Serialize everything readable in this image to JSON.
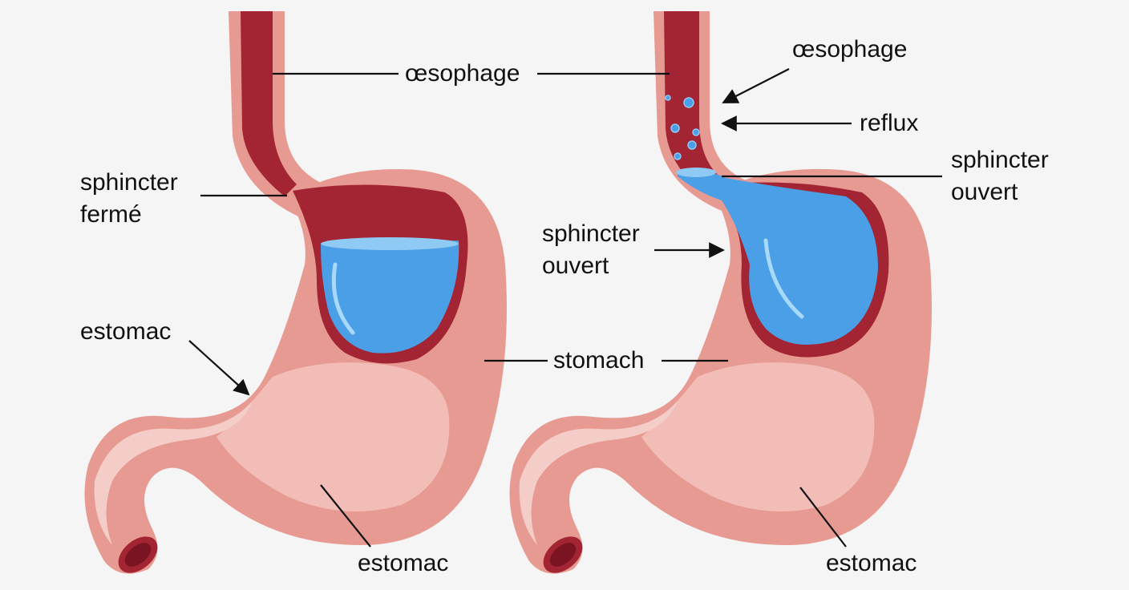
{
  "colors": {
    "background": "#f5f5f5",
    "stomach_outer": "#e79a92",
    "stomach_inner": "#f1bdb6",
    "lining": "#a32534",
    "acid": "#4a9fe6",
    "acid_light": "#8fcaf5"
  },
  "labels": {
    "left_esophagus": "œsophage",
    "left_sphincter_line1": "sphincter",
    "left_sphincter_line2": "fermé",
    "left_stomach_upper": "estomac",
    "center_stomach": "stomach",
    "left_stomach_lower": "estomac",
    "right_esophagus": "œsophage",
    "right_reflux": "reflux",
    "right_sphincter_top_line1": "sphincter",
    "right_sphincter_top_line2": "ouvert",
    "right_sphincter_side_line1": "sphincter",
    "right_sphincter_side_line2": "ouvert",
    "right_stomach_lower": "estomac"
  }
}
